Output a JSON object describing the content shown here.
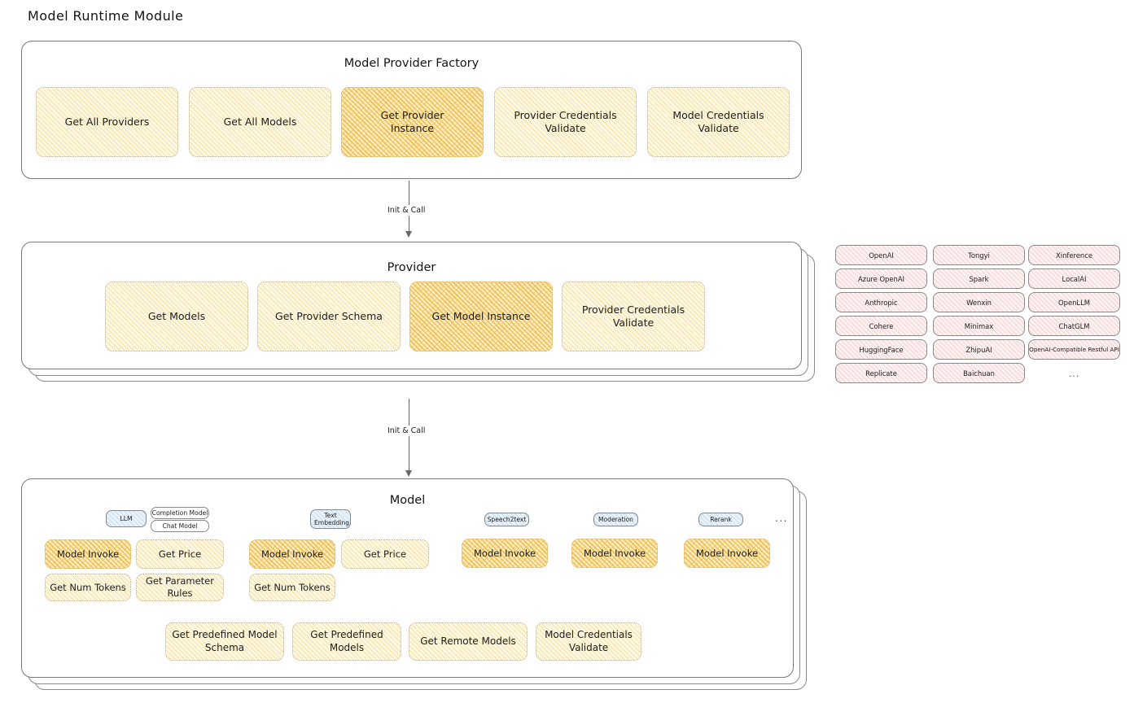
{
  "title": "Model Runtime Module",
  "factory": {
    "title": "Model Provider Factory",
    "nodes": [
      {
        "label": "Get All Providers",
        "highlight": false
      },
      {
        "label": "Get All Models",
        "highlight": false
      },
      {
        "label": "Get Provider Instance",
        "highlight": true
      },
      {
        "label": "Provider Credentials Validate",
        "highlight": false
      },
      {
        "label": "Model Credentials Validate",
        "highlight": false
      }
    ]
  },
  "arrow1": {
    "label": "Init & Call"
  },
  "provider": {
    "title": "Provider",
    "nodes": [
      {
        "label": "Get Models",
        "highlight": false
      },
      {
        "label": "Get Provider Schema",
        "highlight": false
      },
      {
        "label": "Get Model Instance",
        "highlight": true
      },
      {
        "label": "Provider Credentials Validate",
        "highlight": false
      }
    ]
  },
  "provider_list": {
    "columns": [
      {
        "items": [
          "OpenAI",
          "Azure OpenAI",
          "Anthropic",
          "Cohere",
          "HuggingFace",
          "Replicate"
        ]
      },
      {
        "items": [
          "Tongyi",
          "Spark",
          "Wenxin",
          "Minimax",
          "ZhipuAI",
          "Baichuan"
        ]
      },
      {
        "items": [
          "Xinference",
          "LocalAI",
          "OpenLLM",
          "ChatGLM",
          "OpenAI-Compatible Restful API"
        ]
      }
    ],
    "ellipsis": "..."
  },
  "arrow2": {
    "label": "Init & Call"
  },
  "model": {
    "title": "Model",
    "ellipsis": "...",
    "types": [
      {
        "name": "LLM",
        "blue": true,
        "sub": [
          "Completion Model",
          "Chat Model"
        ],
        "ops": [
          {
            "label": "Model Invoke",
            "highlight": true
          },
          {
            "label": "Get Price",
            "highlight": false
          },
          {
            "label": "Get Num Tokens",
            "highlight": false
          },
          {
            "label": "Get Parameter Rules",
            "highlight": false
          }
        ]
      },
      {
        "name": "Text Embedding",
        "blue": true,
        "sub": [],
        "ops": [
          {
            "label": "Model Invoke",
            "highlight": true
          },
          {
            "label": "Get Price",
            "highlight": false
          },
          {
            "label": "Get Num Tokens",
            "highlight": false
          }
        ]
      },
      {
        "name": "Speech2text",
        "blue": true,
        "sub": [],
        "ops": [
          {
            "label": "Model Invoke",
            "highlight": true
          }
        ]
      },
      {
        "name": "Moderation",
        "blue": true,
        "sub": [],
        "ops": [
          {
            "label": "Model Invoke",
            "highlight": true
          }
        ]
      },
      {
        "name": "Rerank",
        "blue": true,
        "sub": [],
        "ops": [
          {
            "label": "Model Invoke",
            "highlight": true
          }
        ]
      }
    ],
    "common_ops": [
      {
        "label": "Get Predefined Model Schema"
      },
      {
        "label": "Get Predefined Models"
      },
      {
        "label": "Get Remote Models"
      },
      {
        "label": "Model Credentials Validate"
      }
    ]
  },
  "colors": {
    "node_fill": "#fdf8e3",
    "node_highlight_fill": "#fbeec4",
    "node_border": "#b7b1a0",
    "pill_fill": "#fdf1f1",
    "pill_blue_fill": "#eaf3fb",
    "panel_border": "#7a7a7a"
  }
}
